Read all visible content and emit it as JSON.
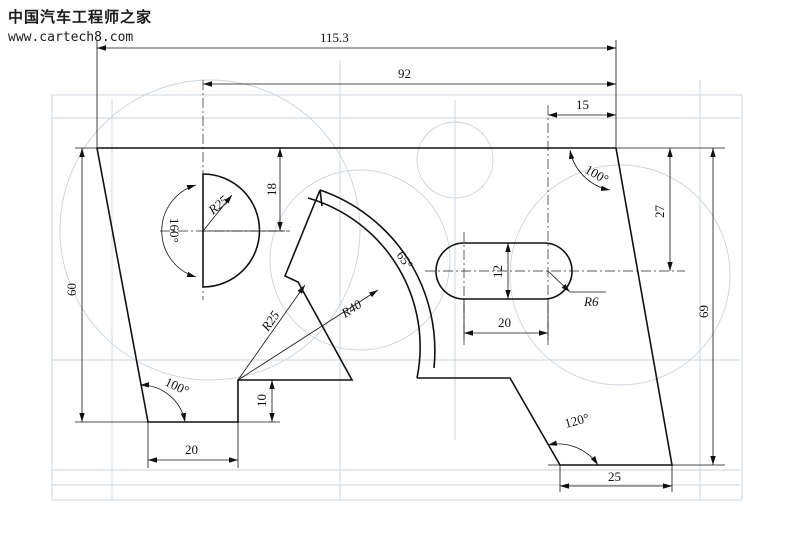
{
  "watermark": {
    "title": "中国汽车工程师之家",
    "url": "www.cartech8.com"
  },
  "dimensions": {
    "overall_width": "115.3",
    "width_92": "92",
    "offset_15": "15",
    "height_18": "18",
    "radius_r25_top": "R25",
    "angle_160": "160°",
    "angle_100_top": "100°",
    "height_27": "27",
    "angle_65": "65°",
    "slot_height_12": "12",
    "radius_r6": "R6",
    "slot_length_20": "20",
    "radius_r40": "R40",
    "radius_r25_mid": "R25",
    "height_60": "60",
    "height_69": "69",
    "angle_100_bottom": "100°",
    "height_10": "10",
    "bottom_width_20": "20",
    "angle_120": "120°",
    "bottom_width_25": "25"
  }
}
